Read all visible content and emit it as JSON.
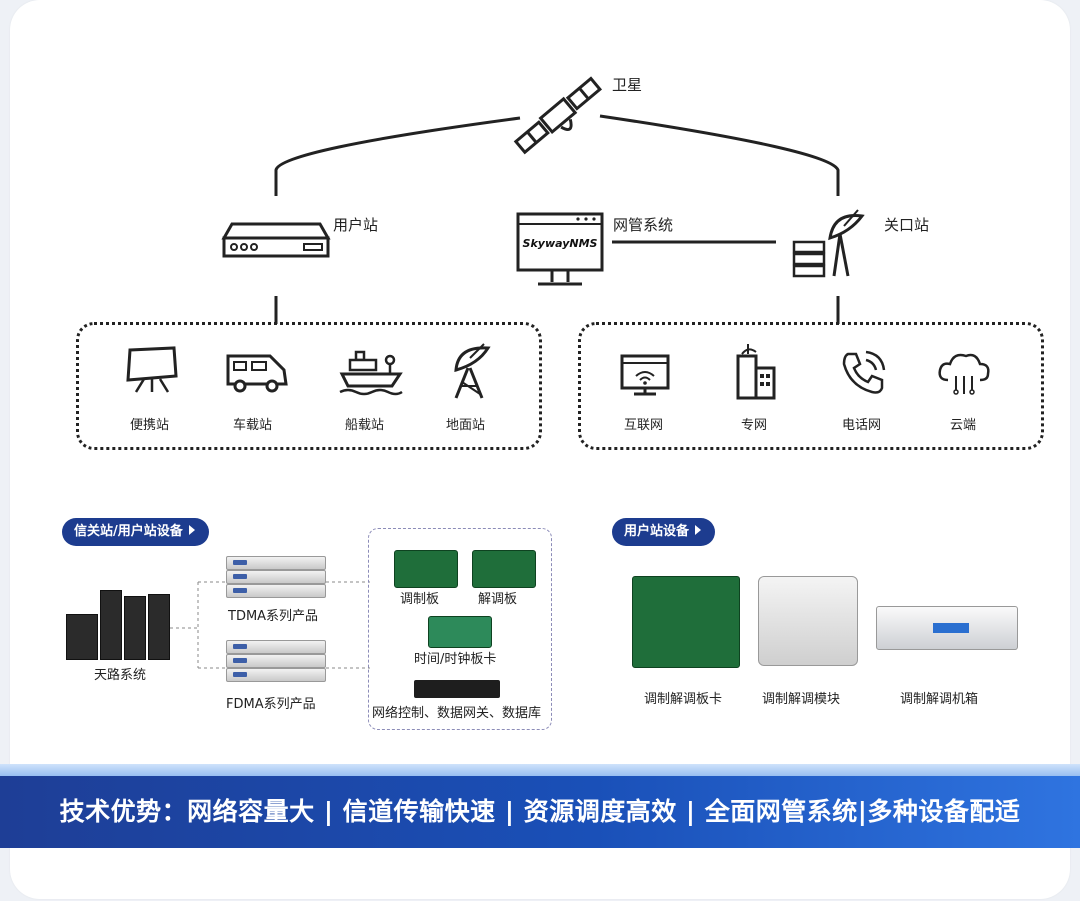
{
  "top": {
    "satellite_label": "卫星",
    "user_station_label": "用户站",
    "nms_label": "网管系统",
    "nms_screen_text": "SkywayNMS",
    "gateway_label": "关口站"
  },
  "user_terminals": [
    "便携站",
    "车载站",
    "船载站",
    "地面站"
  ],
  "gateway_services": [
    "互联网",
    "专网",
    "电话网",
    "云端"
  ],
  "equipment_left": {
    "pill": "信关站/用户站设备",
    "antenna_system": "天路系统",
    "tdma": "TDMA系列产品",
    "fdma": "FDMA系列产品",
    "modulator_board": "调制板",
    "demodulator_board": "解调板",
    "clock_board": "时间/时钟板卡",
    "server_label": "网络控制、数据网关、数据库"
  },
  "equipment_right": {
    "pill": "用户站设备",
    "items": [
      "调制解调板卡",
      "调制解调模块",
      "调制解调机箱"
    ]
  },
  "banner": {
    "text": "技术优势：网络容量大 | 信道传输快速 | 资源调度高效 | 全面网管系统|多种设备配适"
  },
  "colors": {
    "pill": "#1d3c8f",
    "banner": "#1e3e96",
    "line": "#222222"
  }
}
